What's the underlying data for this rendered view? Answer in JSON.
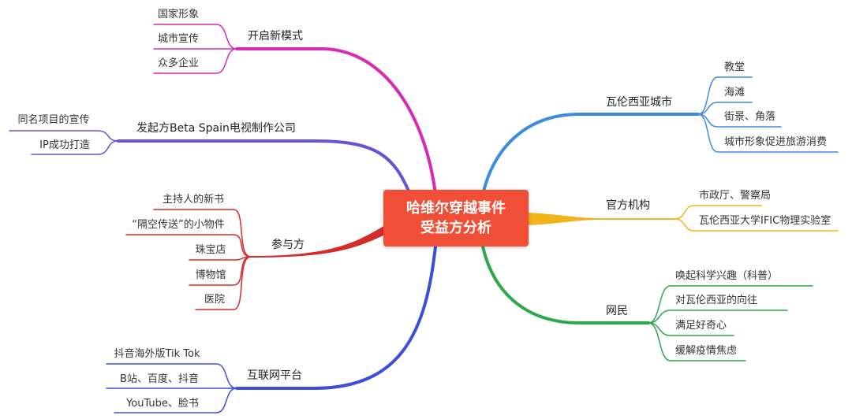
{
  "center": {
    "line1": "哈维尔穿越事件",
    "line2": "受益方分析",
    "color": "#f04e37"
  },
  "branches": [
    {
      "label": "开启新模式",
      "color": "#d62bb5",
      "side": "left",
      "items": [
        "国家形象",
        "城市宣传",
        "众多企业"
      ]
    },
    {
      "label": "发起方Beta Spain电视制作公司",
      "color": "#6a52d4",
      "side": "left",
      "items": [
        "同名项目的宣传",
        "IP成功打造"
      ]
    },
    {
      "label": "参与方",
      "color": "#d42b2b",
      "side": "left",
      "items": [
        "主持人的新书",
        "“隔空传送”的小物件",
        "珠宝店",
        "博物馆",
        "医院"
      ]
    },
    {
      "label": "互联网平台",
      "color": "#3b4fd8",
      "side": "left",
      "items": [
        "抖音海外版Tik Tok",
        "B站、百度、抖音",
        "YouTube、脸书"
      ]
    },
    {
      "label": "瓦伦西亚城市",
      "color": "#3d8be0",
      "side": "right",
      "items": [
        "教堂",
        "海滩",
        "街景、角落",
        "城市形象促进旅游消费"
      ]
    },
    {
      "label": "官方机构",
      "color": "#f0b31c",
      "side": "right",
      "items": [
        "市政厅、警察局",
        "瓦伦西亚大学IFIC物理实验室"
      ]
    },
    {
      "label": "网民",
      "color": "#2ea84a",
      "side": "right",
      "items": [
        "唤起科学兴趣（科普）",
        "对瓦伦西亚的向往",
        "满足好奇心",
        "缓解疫情焦虑"
      ]
    }
  ]
}
